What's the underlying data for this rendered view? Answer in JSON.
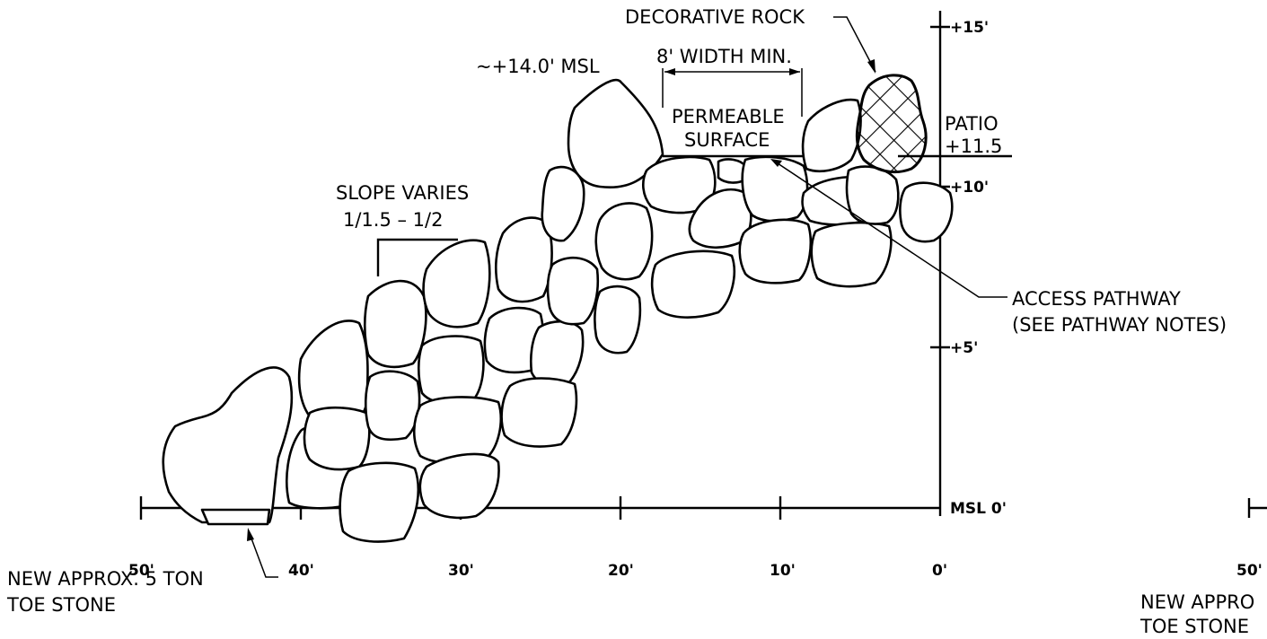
{
  "labels": {
    "decorative_rock": "DECORATIVE ROCK",
    "msl_top": "~+14.0' MSL",
    "width_min": "8' WIDTH MIN.",
    "permeable_1": "PERMEABLE",
    "permeable_2": "SURFACE",
    "patio_1": "PATIO",
    "patio_2": "+11.5",
    "slope_1": "SLOPE VARIES",
    "slope_2": "1/1.5 – 1/2",
    "access_1": "ACCESS PATHWAY",
    "access_2": "(SEE PATHWAY NOTES)",
    "toe_1": "NEW APPROX. 5 TON",
    "toe_2": "TOE STONE",
    "toe_right_1": "NEW APPRO",
    "toe_right_2": "TOE STONE"
  },
  "elevation_ticks": [
    "+15'",
    "+10'",
    "+5'",
    "MSL 0'"
  ],
  "x_ticks": [
    "50'",
    "40'",
    "30'",
    "20'",
    "10'",
    "0'"
  ],
  "x_tick_right": "50'"
}
